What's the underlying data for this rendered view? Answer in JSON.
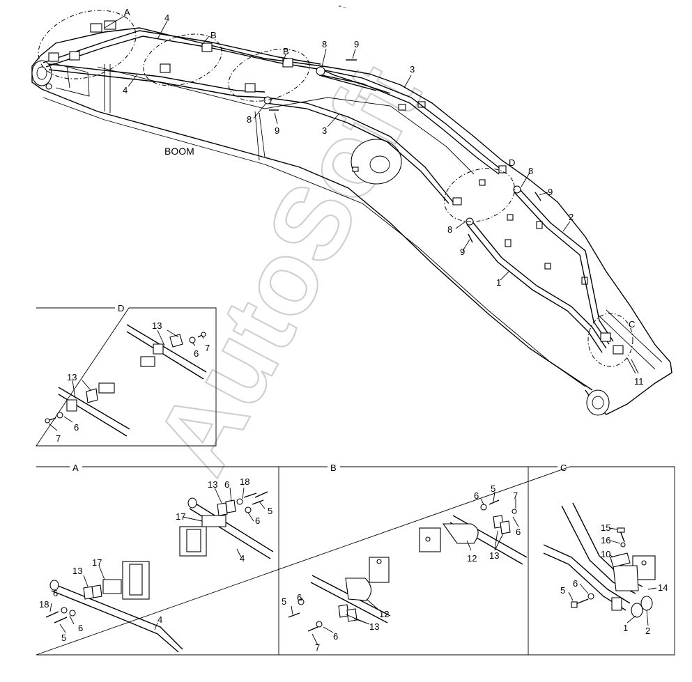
{
  "header_mark": "≈ ...",
  "boom_label": "BOOM",
  "watermark": "AutoSoft",
  "main_callouts": {
    "A": "A",
    "B1": "B",
    "B2": "B",
    "D": "D",
    "C": "C",
    "4a": "4",
    "4b": "4",
    "8a": "8",
    "9a": "9",
    "3a": "3",
    "3b": "3",
    "8b": "8",
    "9b": "9",
    "8c": "8",
    "9c": "9",
    "8d": "8",
    "9d": "9",
    "2": "2",
    "1": "1",
    "11": "11"
  },
  "detail_D": {
    "title": "D",
    "labels": {
      "13a": "13",
      "6a": "6",
      "7a": "7",
      "13b": "13",
      "6b": "6",
      "7b": "7"
    }
  },
  "detail_A": {
    "title": "A",
    "labels": {
      "13a": "13",
      "6a": "6",
      "18a": "18",
      "17a": "17",
      "6b": "6",
      "5a": "5",
      "4a": "4",
      "13b": "13",
      "17b": "17",
      "6c": "6",
      "18b": "18",
      "6d": "6",
      "5b": "5",
      "4b": "4"
    }
  },
  "detail_B": {
    "title": "B",
    "labels": {
      "5a": "5",
      "7a": "7",
      "6a": "6",
      "6b": "6",
      "12a": "12",
      "13a": "13",
      "6c": "6",
      "5b": "5",
      "12b": "12",
      "13b": "13",
      "6d": "6",
      "7b": "7"
    }
  },
  "detail_C": {
    "title": "C",
    "labels": {
      "15": "15",
      "16": "16",
      "10": "10",
      "6": "6",
      "5": "5",
      "14": "14",
      "1": "1",
      "2": "2"
    }
  }
}
